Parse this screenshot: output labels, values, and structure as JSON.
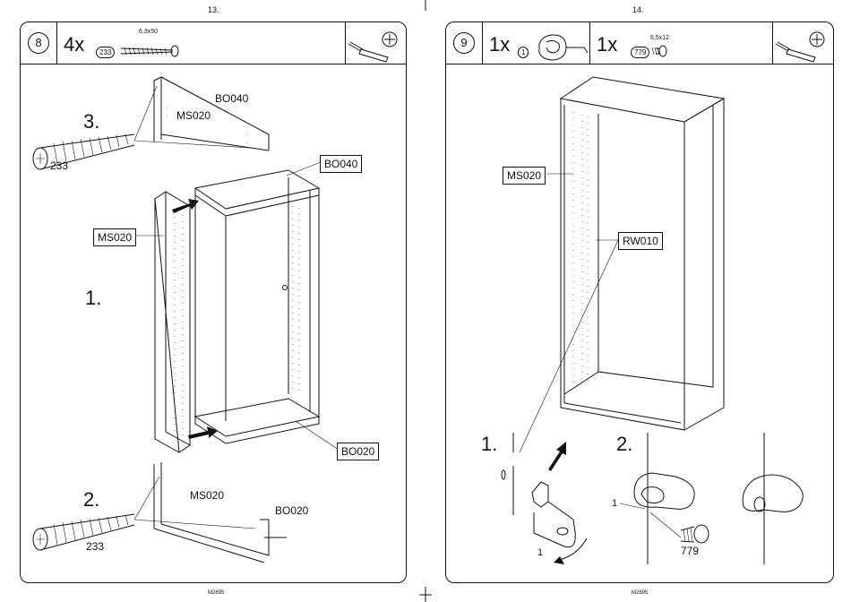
{
  "page_left": {
    "page_number": "13.",
    "step": "8",
    "quantity": "4x",
    "part_badge": "233",
    "screw_size": "6,3x50",
    "labels": {
      "step3": "3.",
      "bo040_top": "BO040",
      "ms020_top": "MS020",
      "screw_233_top": "233",
      "bo040_box": "BO040",
      "ms020_box": "MS020",
      "step1": "1.",
      "bo020_box": "BO020",
      "step2": "2.",
      "ms020_bottom": "MS020",
      "bo020_bottom": "BO020",
      "screw_233_bottom": "233"
    },
    "footer": "M2695"
  },
  "page_right": {
    "page_number": "14.",
    "step": "9",
    "quantity_1": "1x",
    "part_badge_1": "1",
    "quantity_2": "1x",
    "part_badge_2": "779",
    "screw_size": "6,5x12",
    "labels": {
      "ms020_box": "MS020",
      "rw010_box": "RW010",
      "step1": "1.",
      "step2": "2.",
      "part1_a": "1",
      "part1_b": "1",
      "screw_779": "779"
    },
    "footer": "M2695"
  },
  "icons": [
    "screwdriver-icon",
    "phillips-head-icon",
    "screw-icon",
    "bracket-icon"
  ]
}
